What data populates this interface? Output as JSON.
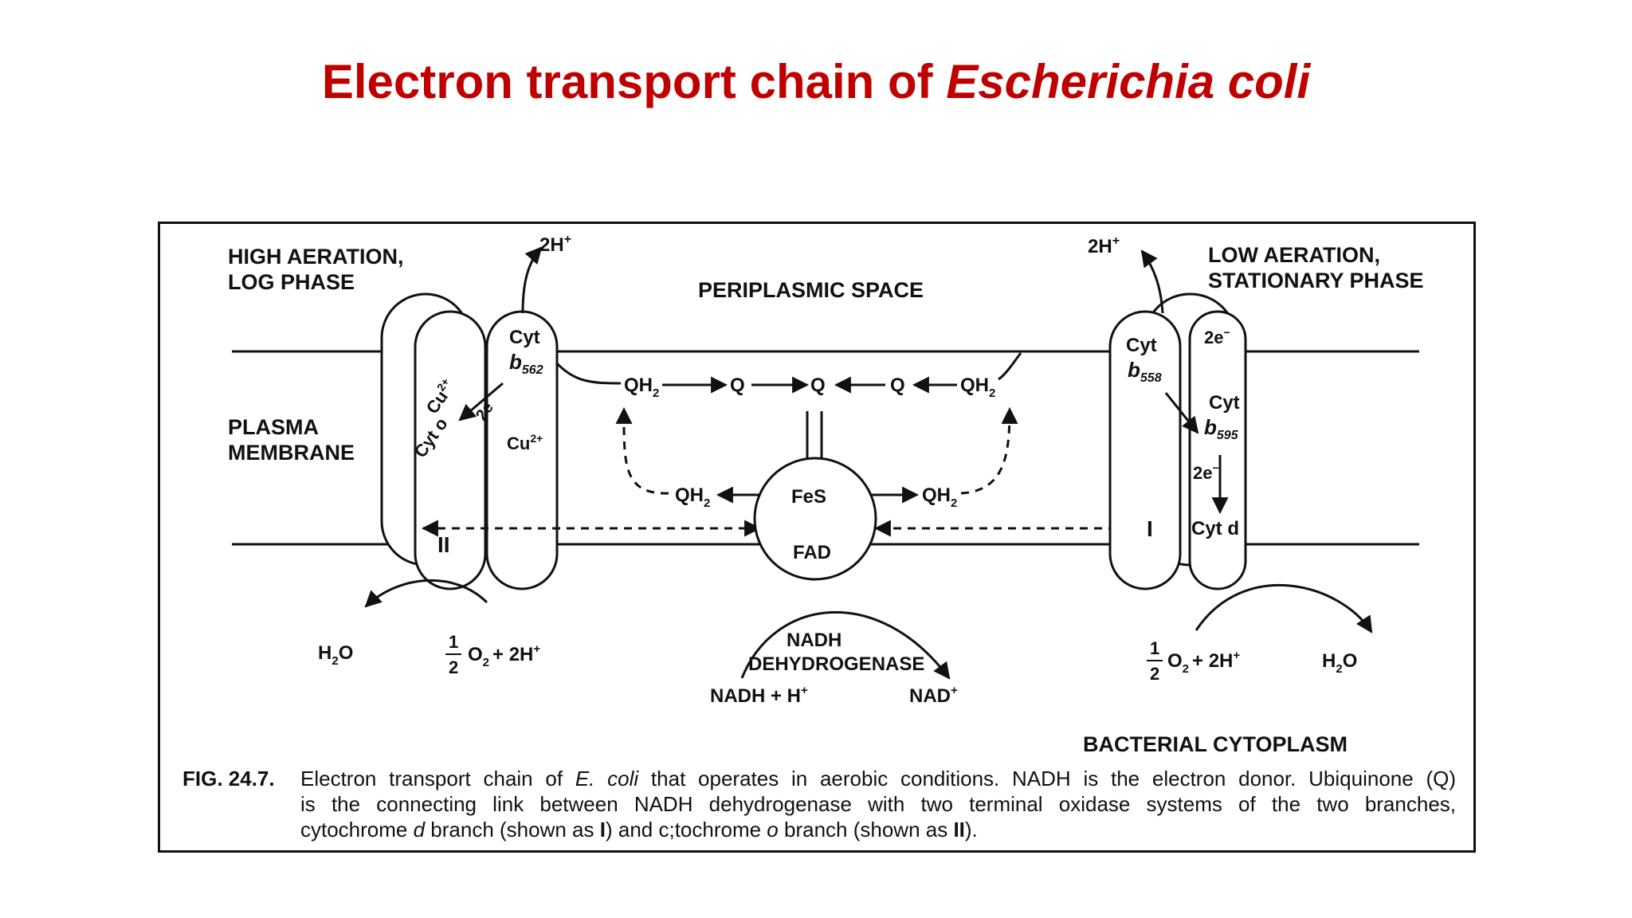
{
  "slide": {
    "title_plain": "Electron transport chain of ",
    "title_italic": "Escherichia coli"
  },
  "figure": {
    "labels": {
      "high_aeration_1": "HIGH AERATION,",
      "high_aeration_2": "LOG PHASE",
      "low_aeration_1": "LOW AERATION,",
      "low_aeration_2": "STATIONARY PHASE",
      "periplasmic_space": "PERIPLASMIC SPACE",
      "plasma_membrane_1": "PLASMA",
      "plasma_membrane_2": "MEMBRANE",
      "bacterial_cytoplasm": "BACTERIAL CYTOPLASM"
    },
    "left_complex": {
      "proton_out": "2H",
      "proton_sup": "+",
      "cyt": "Cyt",
      "b": "b",
      "b_sub": "562",
      "cu2_top": "Cu",
      "cu2_top_sup": "2+",
      "two_e": "2e",
      "cyt_o": "Cyt o",
      "cu2_bottom": "Cu",
      "cu2_bottom_sup": "2+",
      "branch_label": "II",
      "water": "H",
      "water_sub": "2",
      "water_end": "O",
      "half_num": "1",
      "half_den": "2",
      "o2": "O",
      "o2_sub": "2",
      "plus_2h": "+ 2H",
      "plus_2h_sup": "+"
    },
    "right_complex": {
      "proton_out": "2H",
      "proton_sup": "+",
      "cyt": "Cyt",
      "b": "b",
      "b_sub": "558",
      "two_e_top": "2e",
      "two_e_top_sup": "−",
      "cyt_595": "Cyt",
      "b595": "b",
      "b595_sub": "595",
      "two_e_bottom": "2e",
      "two_e_bottom_sup": "−",
      "cyt_d": "Cyt d",
      "branch_label": "I",
      "half_num": "1",
      "half_den": "2",
      "o2": "O",
      "o2_sub": "2",
      "plus_2h": "+ 2H",
      "plus_2h_sup": "+",
      "water": "H",
      "water_sub": "2",
      "water_end": "O"
    },
    "quinone_pool": {
      "qh2_left": "QH",
      "qh2_right": "QH",
      "q1": "Q",
      "q2": "Q",
      "q3": "Q",
      "qh2_lower_left": "QH",
      "qh2_lower_right": "QH",
      "sub2": "2"
    },
    "dehydrogenase": {
      "fes": "FeS",
      "fad": "FAD",
      "name_1": "NADH",
      "name_2": "DEHYDROGENASE",
      "substrate": "NADH + H",
      "substrate_sup": "+",
      "product": "NAD",
      "product_sup": "+"
    },
    "caption": {
      "number": "FIG. 24.7.",
      "line1_a": "Electron transport chain of ",
      "line1_em": "E. coli",
      "line1_b": " that operates in aerobic conditions. NADH is the electron donor. Ubiquinone (Q)",
      "line2": "is the connecting link between NADH dehydrogenase with two terminal oxidase systems of the two branches,",
      "line3_a": "cytochrome ",
      "line3_d": "d",
      "line3_b": " branch (shown as ",
      "line3_I": "I",
      "line3_c": ") and c;tochrome ",
      "line3_o": "o",
      "line3_e": " branch (shown as ",
      "line3_II": "II",
      "line3_f": ")."
    }
  }
}
